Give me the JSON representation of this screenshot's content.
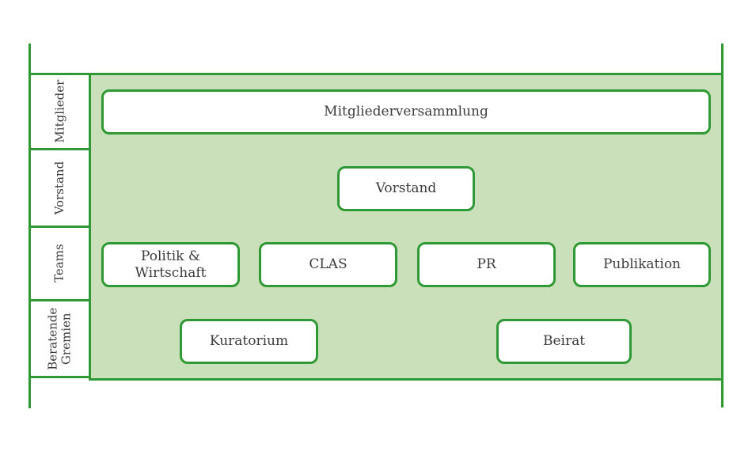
{
  "colors": {
    "border_green": "#2f9a35",
    "panel_fill": "#c9e0ba",
    "node_fill": "#ffffff",
    "text": "#3c3c3c"
  },
  "sidebar": {
    "items": [
      {
        "label": "Mitglieder"
      },
      {
        "label": "Vorstand"
      },
      {
        "label": "Teams"
      },
      {
        "label": "Beratende Gremien"
      }
    ]
  },
  "nodes": {
    "mitgliederversammlung": {
      "label": "Mitgliederversammlung"
    },
    "vorstand": {
      "label": "Vorstand"
    },
    "politik_wirtschaft": {
      "label": "Politik & Wirtschaft"
    },
    "clas": {
      "label": "CLAS"
    },
    "pr": {
      "label": "PR"
    },
    "publikation": {
      "label": "Publikation"
    },
    "kuratorium": {
      "label": "Kuratorium"
    },
    "beirat": {
      "label": "Beirat"
    }
  }
}
